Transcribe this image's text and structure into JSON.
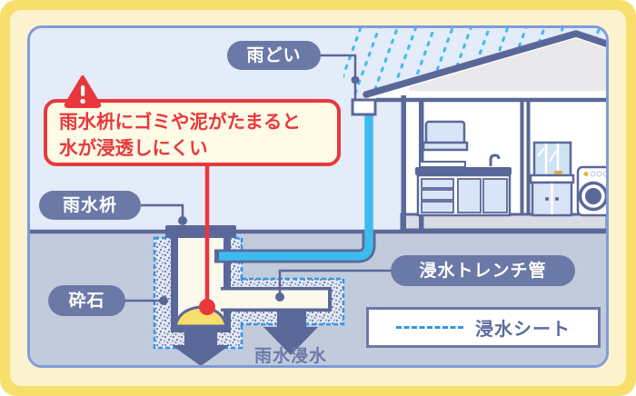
{
  "labels": {
    "rain_gutter": "雨どい",
    "rainwater_basin": "雨水枡",
    "crushed_stone": "砕石",
    "infiltration_trench_pipe": "浸水トレンチ管",
    "rainwater_infiltration": "雨水浸水"
  },
  "warning": {
    "line1": "雨水枡にゴミや泥がたまると",
    "line2": "水が浸透しにくい"
  },
  "legend": {
    "infiltration_sheet": "浸水シート"
  },
  "colors": {
    "frame_yellow": "#F8DF6B",
    "mat_cream": "#FCF3CE",
    "sky_blue": "#E4EBF9",
    "underground_gray": "#C2CBDC",
    "outline_navy": "#5A6899",
    "pill_blue": "#6B79A7",
    "pipe_cyan": "#3EBBEE",
    "sheet_dash_blue": "#2F96E8",
    "accent_red": "#E8383C",
    "sediment_yellow": "#F7DD6B"
  }
}
